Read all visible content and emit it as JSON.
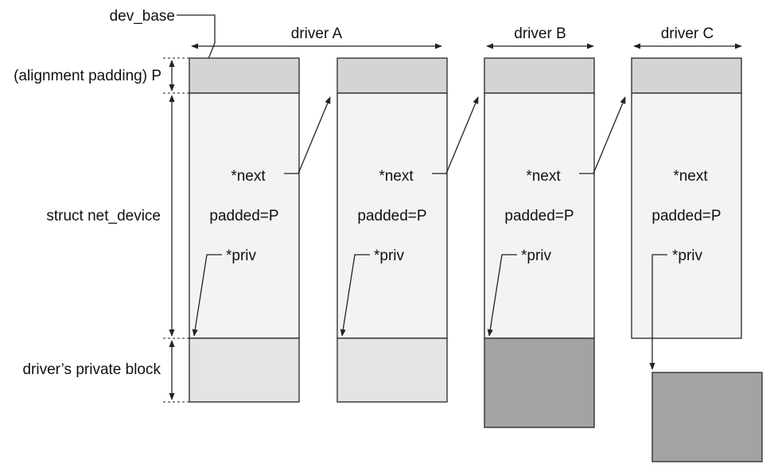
{
  "labels": {
    "dev_base": "dev_base",
    "alignment_padding": "(alignment padding) P",
    "struct_net_device": "struct net_device",
    "private_block": "driver’s private block"
  },
  "drivers": [
    {
      "header": "driver A",
      "next": "*next",
      "padded": "padded=P",
      "priv": "*priv"
    },
    {
      "header": "driver A",
      "next": "*next",
      "padded": "padded=P",
      "priv": "*priv"
    },
    {
      "header": "driver B",
      "next": "*next",
      "padded": "padded=P",
      "priv": "*priv"
    },
    {
      "header": "driver C",
      "next": "*next",
      "padded": "padded=P",
      "priv": "*priv"
    }
  ],
  "colors": {
    "padding_fill": "#d4d4d4",
    "device_fill": "#f3f3f3",
    "private_light_fill": "#e4e4e4",
    "private_dark_fill": "#a3a3a3"
  }
}
